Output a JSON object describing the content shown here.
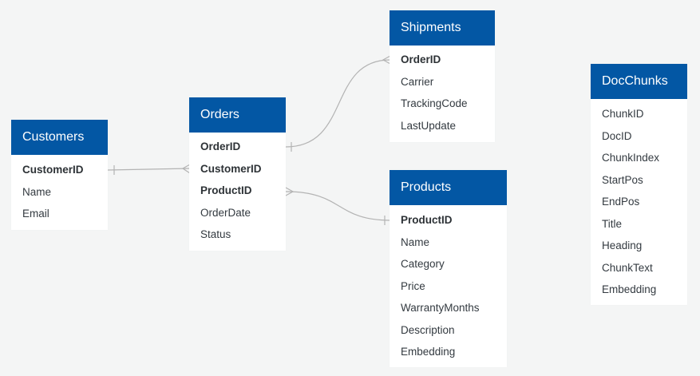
{
  "entities": {
    "customers": {
      "title": "Customers",
      "fields": [
        {
          "name": "CustomerID",
          "key": true
        },
        {
          "name": "Name",
          "key": false
        },
        {
          "name": "Email",
          "key": false
        }
      ]
    },
    "orders": {
      "title": "Orders",
      "fields": [
        {
          "name": "OrderID",
          "key": true
        },
        {
          "name": "CustomerID",
          "key": true
        },
        {
          "name": "ProductID",
          "key": true
        },
        {
          "name": "OrderDate",
          "key": false
        },
        {
          "name": "Status",
          "key": false
        }
      ]
    },
    "shipments": {
      "title": "Shipments",
      "fields": [
        {
          "name": "OrderID",
          "key": true
        },
        {
          "name": "Carrier",
          "key": false
        },
        {
          "name": "TrackingCode",
          "key": false
        },
        {
          "name": "LastUpdate",
          "key": false
        }
      ]
    },
    "products": {
      "title": "Products",
      "fields": [
        {
          "name": "ProductID",
          "key": true
        },
        {
          "name": "Name",
          "key": false
        },
        {
          "name": "Category",
          "key": false
        },
        {
          "name": "Price",
          "key": false
        },
        {
          "name": "WarrantyMonths",
          "key": false
        },
        {
          "name": "Description",
          "key": false
        },
        {
          "name": "Embedding",
          "key": false
        }
      ]
    },
    "docchunks": {
      "title": "DocChunks",
      "fields": [
        {
          "name": "ChunkID",
          "key": false
        },
        {
          "name": "DocID",
          "key": false
        },
        {
          "name": "ChunkIndex",
          "key": false
        },
        {
          "name": "StartPos",
          "key": false
        },
        {
          "name": "EndPos",
          "key": false
        },
        {
          "name": "Title",
          "key": false
        },
        {
          "name": "Heading",
          "key": false
        },
        {
          "name": "ChunkText",
          "key": false
        },
        {
          "name": "Embedding",
          "key": false
        }
      ]
    }
  },
  "relationships": [
    {
      "from": "customers.CustomerID",
      "from_cardinality": "one",
      "to": "orders.CustomerID",
      "to_cardinality": "many"
    },
    {
      "from": "orders.OrderID",
      "from_cardinality": "one",
      "to": "shipments.OrderID",
      "to_cardinality": "many"
    },
    {
      "from": "orders.ProductID",
      "from_cardinality": "many",
      "to": "products.ProductID",
      "to_cardinality": "one"
    }
  ],
  "colors": {
    "header_bg": "#0357a4",
    "header_text": "#ffffff",
    "background": "#f4f5f5",
    "card_bg": "#ffffff",
    "connector": "#b3b3b3"
  }
}
